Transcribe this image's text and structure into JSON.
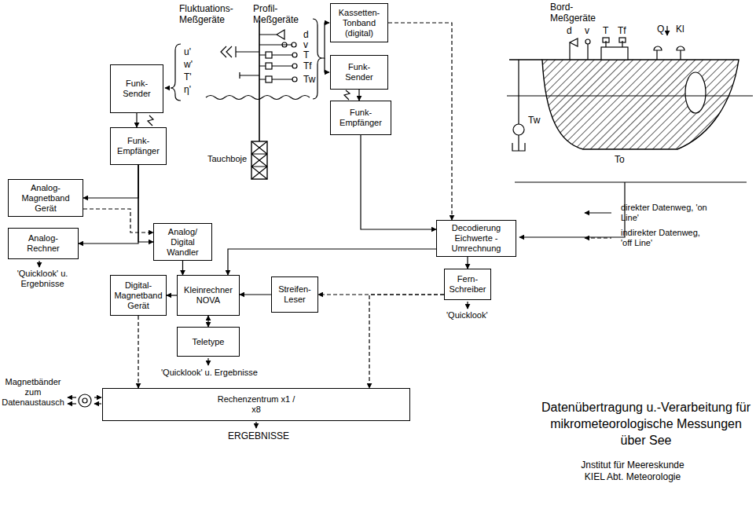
{
  "diagram": {
    "title": "Datenübertragung u.-Verarbeitung für mikrometeorologische Messungen über See",
    "caption": "Jnstitut für Meereskunde KIEL Abt. Meteorologie",
    "nodes": [
      {
        "text": [
          "Funk- Sender"
        ]
      },
      {
        "text": [
          "Funk- Empfänger"
        ]
      },
      {
        "text": [
          "Analog- Magnetband Gerät"
        ]
      },
      {
        "text": [
          "Analog- Rechner"
        ]
      },
      {
        "text": [
          "Analog/ Digital Wandler"
        ]
      },
      {
        "text": [
          "Digital- Magnetband Gerät"
        ]
      },
      {
        "text": [
          "Kleinrechner NOVA"
        ]
      },
      {
        "text": [
          "Streifen- Leser"
        ]
      },
      {
        "text": [
          "Teletype"
        ]
      },
      {
        "text": [
          "Rechenzentrum x1 / x8"
        ]
      },
      {
        "text": [
          "Kassetten- Tonband (digital)"
        ]
      },
      {
        "text": [
          "Funk- Sender"
        ]
      },
      {
        "text": [
          "Funk- Empfänger"
        ]
      },
      {
        "text": [
          "Decodierung Eichwerte - Umrechnung"
        ]
      },
      {
        "text": [
          "Fern- Schreiber"
        ]
      }
    ],
    "edges": [
      {
        "from": 0,
        "to": 1,
        "arrow": "to"
      },
      {
        "from": 1,
        "to": 2,
        "arrow": "to"
      },
      {
        "from": 1,
        "to": 3,
        "arrow": "to"
      },
      {
        "from": 1,
        "to": 4,
        "arrow": "to"
      },
      {
        "from": 2,
        "to": 4,
        "arrow": "to"
      },
      {
        "from": 4,
        "to": 6,
        "arrow": "to"
      },
      {
        "from": 6,
        "to": 5,
        "arrow": "to"
      },
      {
        "from": 8,
        "to": 6,
        "arrow": "both"
      },
      {
        "from": 7,
        "to": 6,
        "arrow": "to"
      },
      {
        "from": 13,
        "to": 6,
        "arrow": "to"
      },
      {
        "from": 10,
        "to": 13,
        "arrow": "to"
      },
      {
        "from": 11,
        "to": 12,
        "arrow": "to"
      },
      {
        "from": 12,
        "to": 13,
        "arrow": "to"
      },
      {
        "from": 13,
        "to": 14,
        "arrow": "to"
      },
      {
        "from": 14,
        "to": 7,
        "arrow": "to"
      },
      {
        "from": 14,
        "to": 9,
        "arrow": "to"
      },
      {
        "from": 5,
        "to": 9,
        "arrow": "to"
      }
    ],
    "labels": [
      "Fluktuations- Meßgeräte",
      "Profil- Meßgeräte",
      "d",
      "v",
      "T",
      "Tf",
      "Tw",
      "u'",
      "w'",
      "T'",
      "η'",
      "Tauchboje",
      "Bord- Meßgeräte",
      "d",
      "v",
      "T",
      "Tf",
      "Q",
      "Kl",
      "Tw",
      "To",
      "'Quicklook' u. Ergebnisse",
      "'Quicklook' u. Ergebnisse",
      "'Quicklook'",
      "ERGEBNISSE",
      "Magnetbänder zum Datenaustausch"
    ],
    "legend": [
      {
        "text": "direkter Datenweg, 'on Line'"
      },
      {
        "text": "indirekter Datenweg, 'off Line'"
      }
    ]
  }
}
